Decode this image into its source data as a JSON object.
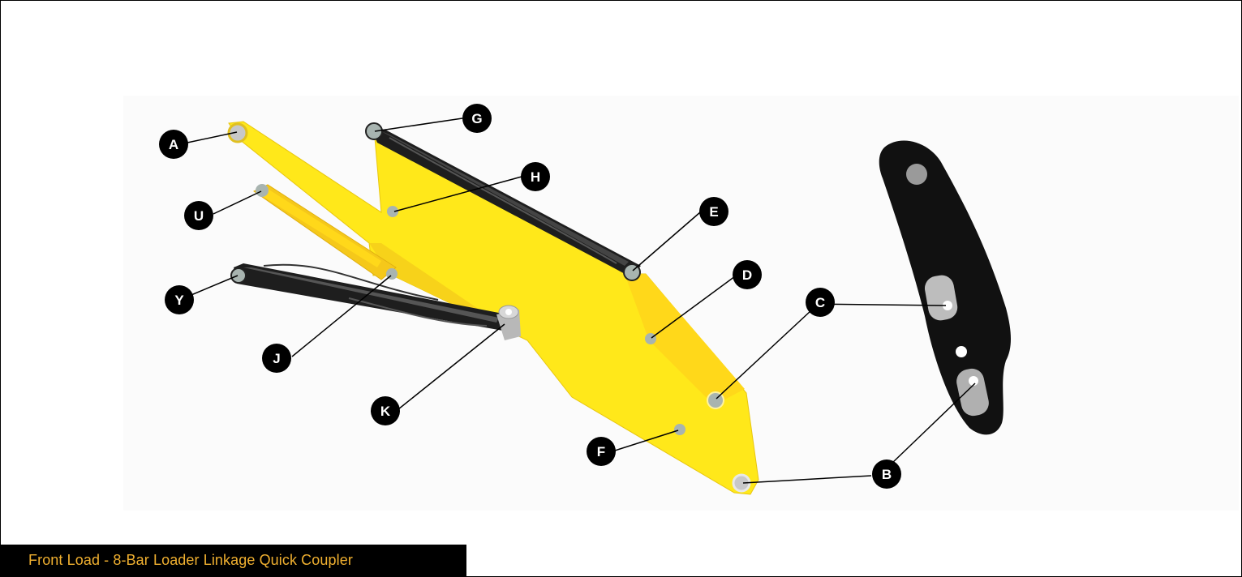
{
  "caption": "Front Load - 8-Bar Loader Linkage Quick Coupler",
  "callouts": [
    {
      "id": "A",
      "label": "A"
    },
    {
      "id": "G",
      "label": "G"
    },
    {
      "id": "H",
      "label": "H"
    },
    {
      "id": "U",
      "label": "U"
    },
    {
      "id": "E",
      "label": "E"
    },
    {
      "id": "D",
      "label": "D"
    },
    {
      "id": "C",
      "label": "C"
    },
    {
      "id": "Y",
      "label": "Y"
    },
    {
      "id": "J",
      "label": "J"
    },
    {
      "id": "K",
      "label": "K"
    },
    {
      "id": "F",
      "label": "F"
    },
    {
      "id": "B",
      "label": "B"
    }
  ],
  "colors": {
    "arm_yellow": "#ffe81a",
    "arm_shadow": "#f3c81a",
    "cylinder": "#1e1e1e",
    "coupler": "#111111",
    "pin": "#a8b4b0",
    "caption_bg": "#000000",
    "caption_text": "#f0b030"
  }
}
